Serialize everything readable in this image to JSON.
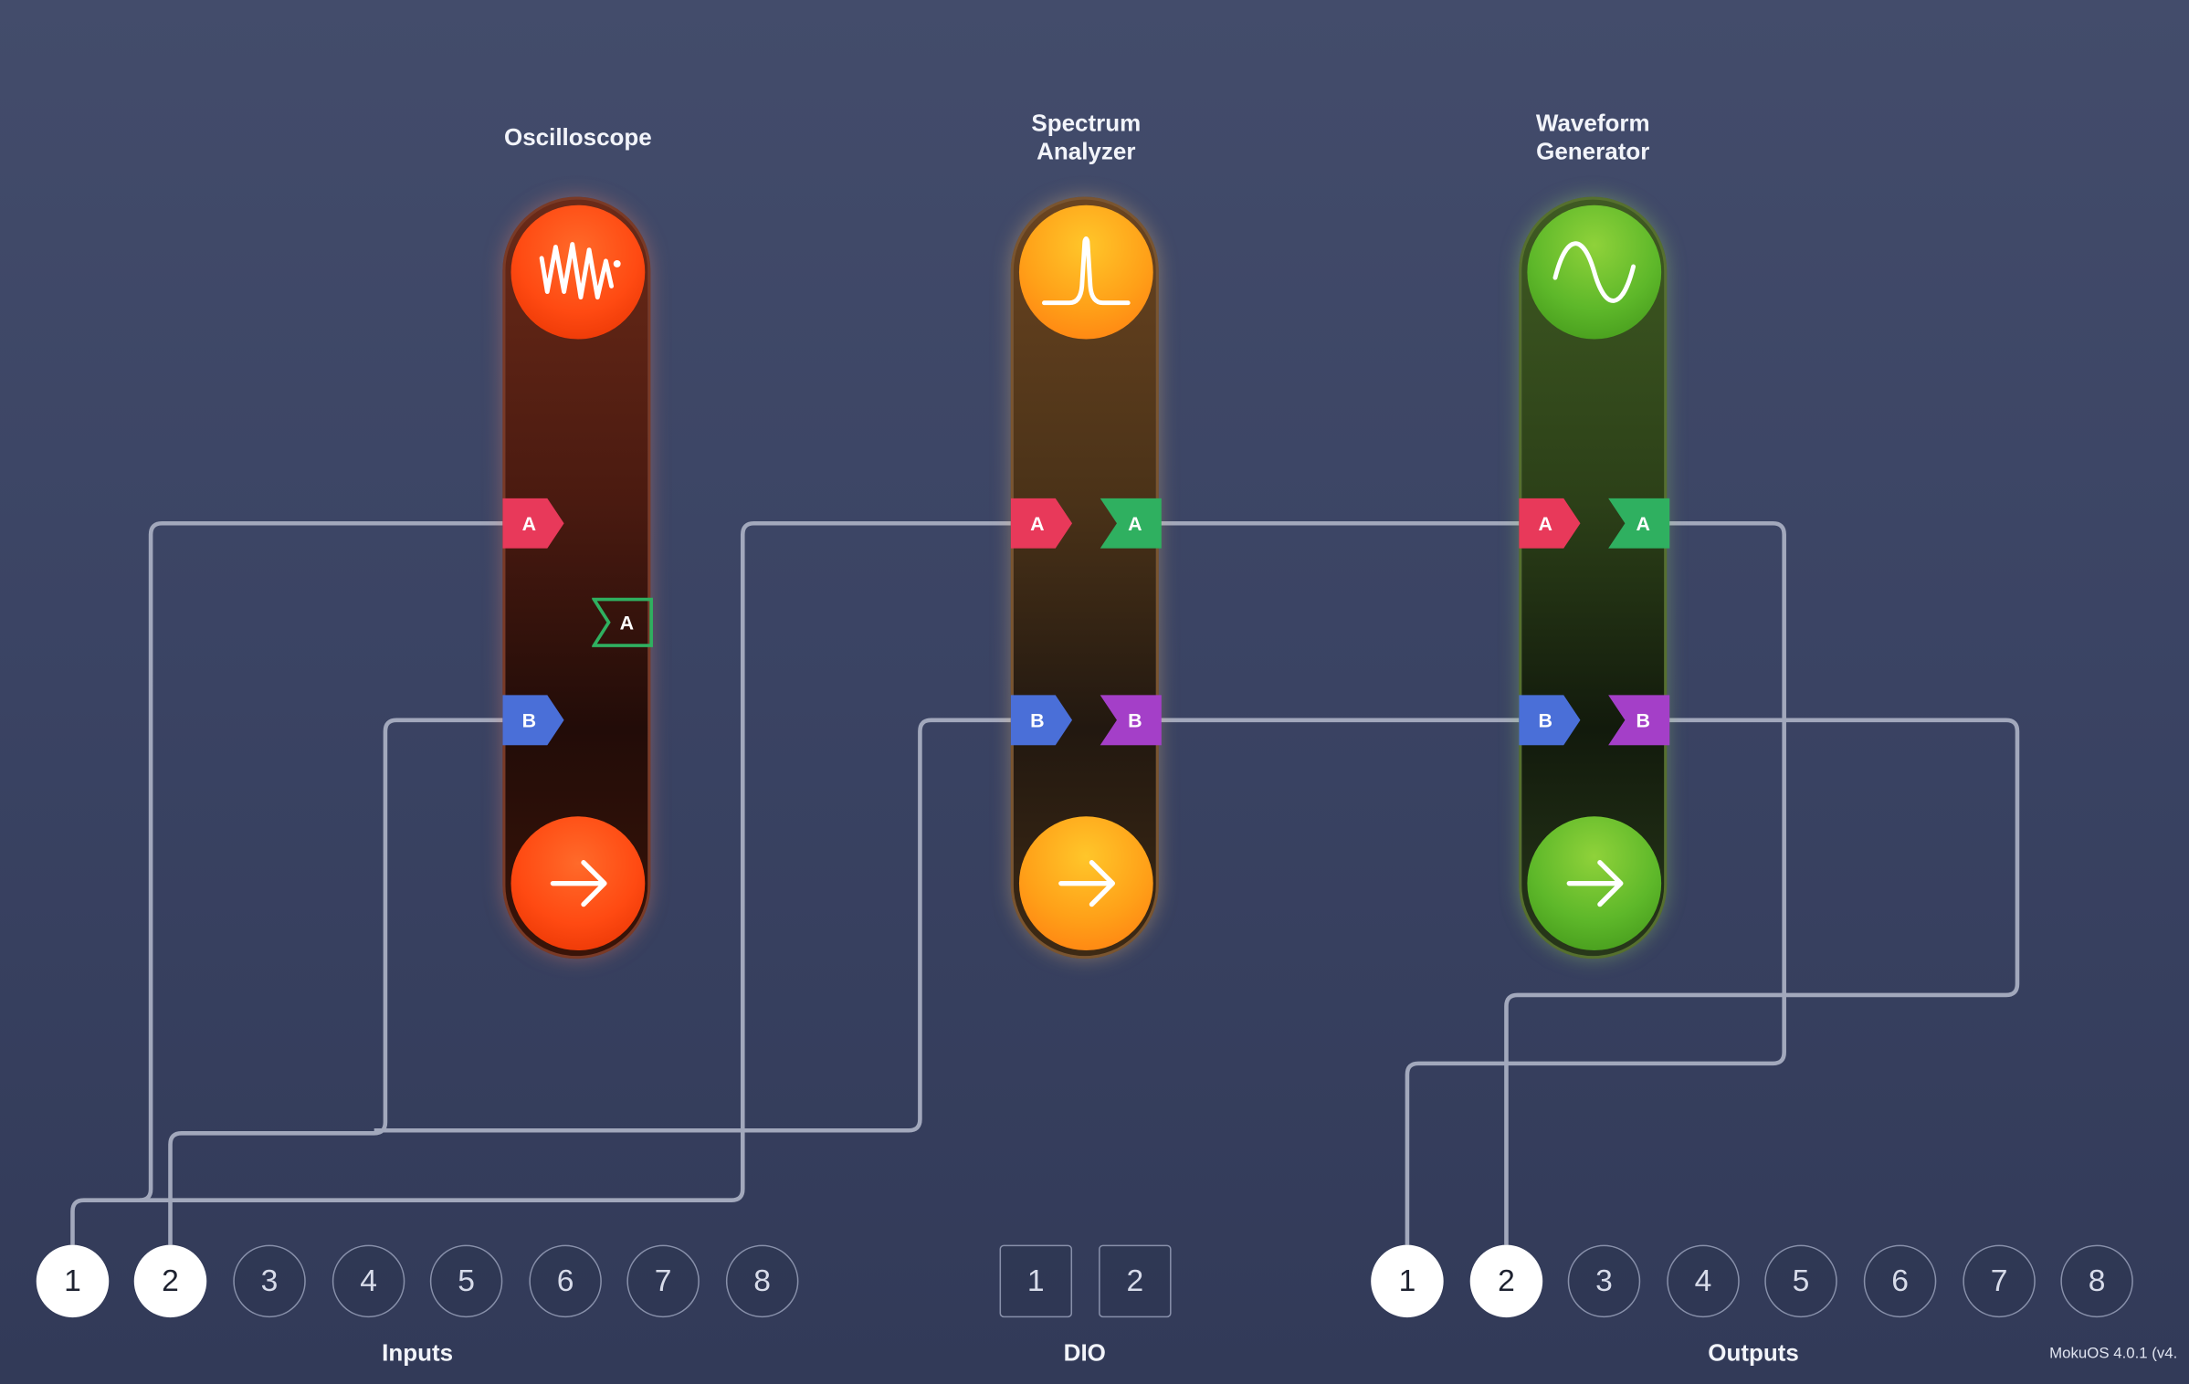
{
  "instruments": [
    {
      "id": "oscilloscope",
      "title": "Oscilloscope",
      "icon": "oscilloscope-waveform-icon",
      "color": "#ff4a12"
    },
    {
      "id": "spectrum",
      "title": "Spectrum\nAnalyzer",
      "icon": "spectrum-peak-icon",
      "color": "#ffa018"
    },
    {
      "id": "waveform",
      "title": "Waveform\nGenerator",
      "icon": "sine-wave-icon",
      "color": "#5eb82a"
    }
  ],
  "ports": {
    "input_a": "A",
    "input_b": "B",
    "output_a": "A",
    "output_b": "B"
  },
  "inputs": {
    "label": "Inputs",
    "channels": [
      "1",
      "2",
      "3",
      "4",
      "5",
      "6",
      "7",
      "8"
    ],
    "connected": [
      "1",
      "2"
    ]
  },
  "dio": {
    "label": "DIO",
    "channels": [
      "1",
      "2"
    ]
  },
  "outputs": {
    "label": "Outputs",
    "channels": [
      "1",
      "2",
      "3",
      "4",
      "5",
      "6",
      "7",
      "8"
    ],
    "connected": [
      "1",
      "2"
    ]
  },
  "version": "MokuOS 4.0.1 (v4.",
  "colors": {
    "port_a_in": "#e8395a",
    "port_b_in": "#4a6fd8",
    "port_a_out": "#2fb060",
    "port_b_out": "#a43fc8",
    "wire": "#a2a8bc"
  }
}
